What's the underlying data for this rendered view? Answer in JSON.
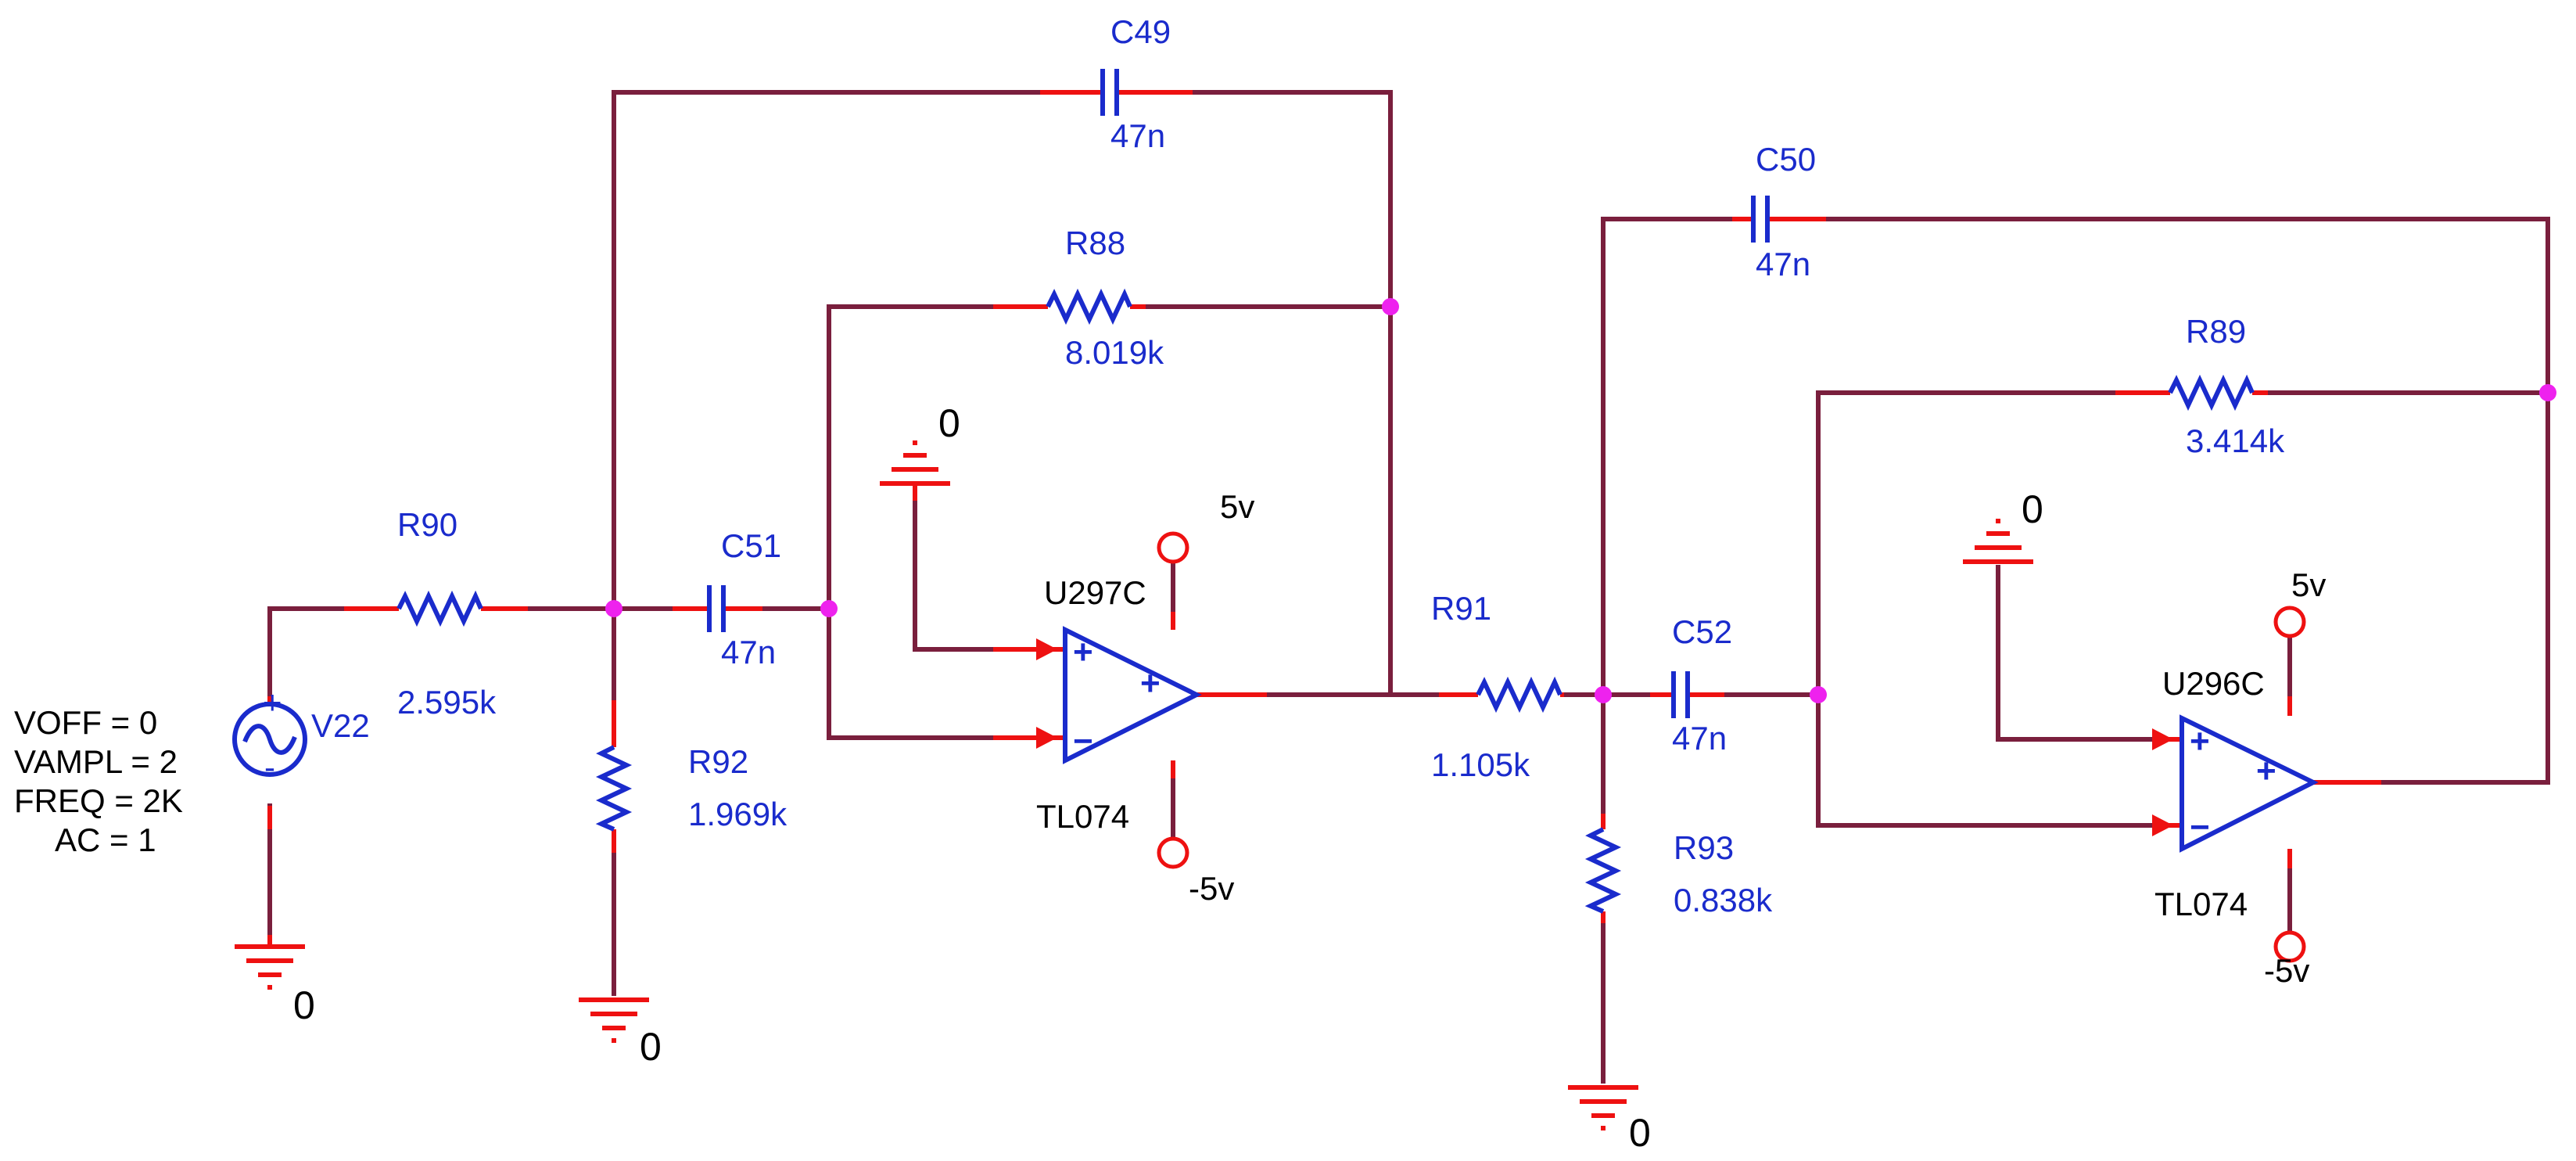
{
  "components": {
    "source": {
      "ref": "V22",
      "params": [
        "VOFF = 0",
        "VAMPL = 2",
        "FREQ = 2K",
        "AC = 1"
      ]
    },
    "r90": {
      "ref": "R90",
      "value": "2.595k"
    },
    "r92": {
      "ref": "R92",
      "value": "1.969k"
    },
    "c51": {
      "ref": "C51",
      "value": "47n"
    },
    "c49": {
      "ref": "C49",
      "value": "47n"
    },
    "r88": {
      "ref": "R88",
      "value": "8.019k"
    },
    "u297": {
      "ref": "U297C",
      "part": "TL074",
      "vpos": "5v",
      "vneg": "-5v",
      "plus": "+",
      "minus": "−",
      "out_plus": "+"
    },
    "r91": {
      "ref": "R91",
      "value": "1.105k"
    },
    "r93": {
      "ref": "R93",
      "value": "0.838k"
    },
    "c52": {
      "ref": "C52",
      "value": "47n"
    },
    "c50": {
      "ref": "C50",
      "value": "47n"
    },
    "r89": {
      "ref": "R89",
      "value": "3.414k"
    },
    "u296": {
      "ref": "U296C",
      "part": "TL074",
      "vpos": "5v",
      "vneg": "-5v",
      "plus": "+",
      "minus": "−",
      "out_plus": "+"
    }
  },
  "grounds": {
    "label": "0"
  },
  "colors": {
    "wire": "#7a1f3d",
    "lead": "#ee1111",
    "component": "#1a2bcc",
    "junction": "#ee22ee"
  }
}
